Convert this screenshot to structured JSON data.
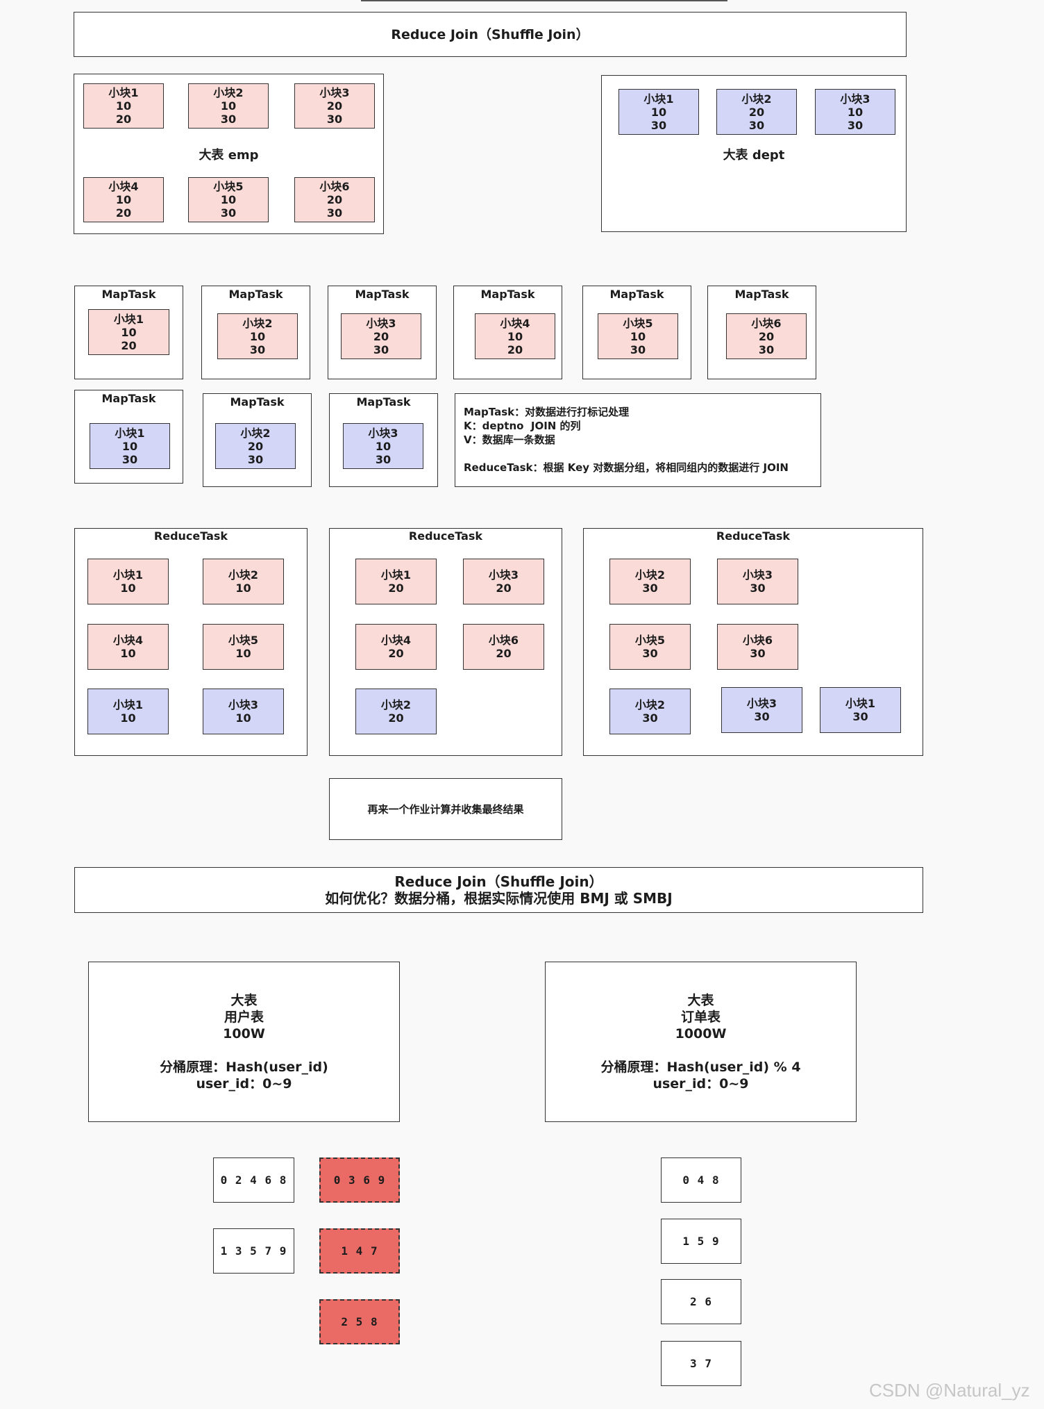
{
  "header1": "Reduce Join（Shuffle Join）",
  "header2": "Reduce Join（Shuffle Join）\n如何优化？数据分桶，根据实际情况使用 BMJ 或 SMBJ",
  "emp": {
    "label": "大表 emp",
    "blocks": [
      "小块1\n10\n20",
      "小块2\n10\n30",
      "小块3\n20\n30",
      "小块4\n10\n20",
      "小块5\n10\n30",
      "小块6\n20\n30"
    ]
  },
  "dept": {
    "label": "大表 dept",
    "blocks": [
      "小块1\n10\n30",
      "小块2\n20\n30",
      "小块3\n10\n30"
    ]
  },
  "maptask_title": "MapTask",
  "reducetask_title": "ReduceTask",
  "map_note": "MapTask：对数据进行打标记处理\nK：deptno  JOIN 的列\nV：数据库一条数据\n\nReduceTask：根据 Key 对数据分组，将相同组内的数据进行 JOIN",
  "reduce1": [
    "小块1\n10",
    "小块2\n10",
    "小块4\n10",
    "小块5\n10",
    "小块1\n10",
    "小块3\n10"
  ],
  "reduce2": [
    "小块1\n20",
    "小块3\n20",
    "小块4\n20",
    "小块6\n20",
    "小块2\n20"
  ],
  "reduce3": [
    "小块2\n30",
    "小块3\n30",
    "小块5\n30",
    "小块6\n30",
    "小块2\n30",
    "小块3\n30",
    "小块1\n30"
  ],
  "final_job": "再来一个作业计算并收集最终结果",
  "user_table": "大表\n用户表\n100W\n\n分桶原理：Hash(user_id)\nuser_id：0~9",
  "order_table": "大表\n订单表\n1000W\n\n分桶原理：Hash(user_id) % 4\nuser_id：0~9",
  "user_buckets": [
    "0 2 4 6 8",
    "1 3 5 7 9"
  ],
  "user_buckets_red": [
    "0 3 6 9",
    "1 4 7",
    "2 5 8"
  ],
  "order_buckets": [
    "0 4 8",
    "1 5 9",
    "2 6",
    "3 7"
  ],
  "watermark": "CSDN @Natural_yz"
}
